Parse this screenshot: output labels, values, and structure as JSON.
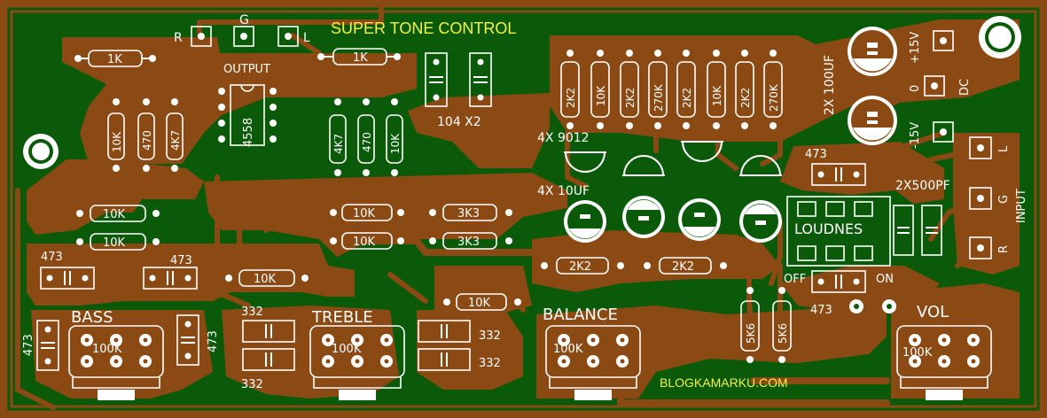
{
  "title": "SUPER TONE CONTROL",
  "website": "BLOGKAMARKU.COM",
  "colors": {
    "board": "#0a5a0a",
    "copper": "#8b4a14",
    "silk": "#ffffff",
    "label": "#f2f24a"
  },
  "labels": {
    "output": "OUTPUT",
    "r": "R",
    "g": "G",
    "l": "L",
    "ic": "4558",
    "cap104": "104 X2",
    "q": "4X 9012",
    "c10": "4X 10UF",
    "c100": "2X 100UF",
    "p15": "+15V",
    "zero": "0",
    "m15": "-15V",
    "dc": "DC",
    "inL": "L",
    "inG": "G",
    "inR": "R",
    "input": "INPUT",
    "c500": "2X500PF",
    "loudnes": "LOUDNES",
    "off": "OFF",
    "on": "ON",
    "bass": "BASS",
    "treble": "TREBLE",
    "balance": "BALANCE",
    "vol": "VOL",
    "pot": "100K",
    "r1k": "1K",
    "r470": "470",
    "r4k7": "4K7",
    "r10k": "10K",
    "r2k2": "2K2",
    "r270k": "270K",
    "r3k3": "3K3",
    "r5k6": "5K6",
    "c473": "473",
    "c332": "332"
  }
}
